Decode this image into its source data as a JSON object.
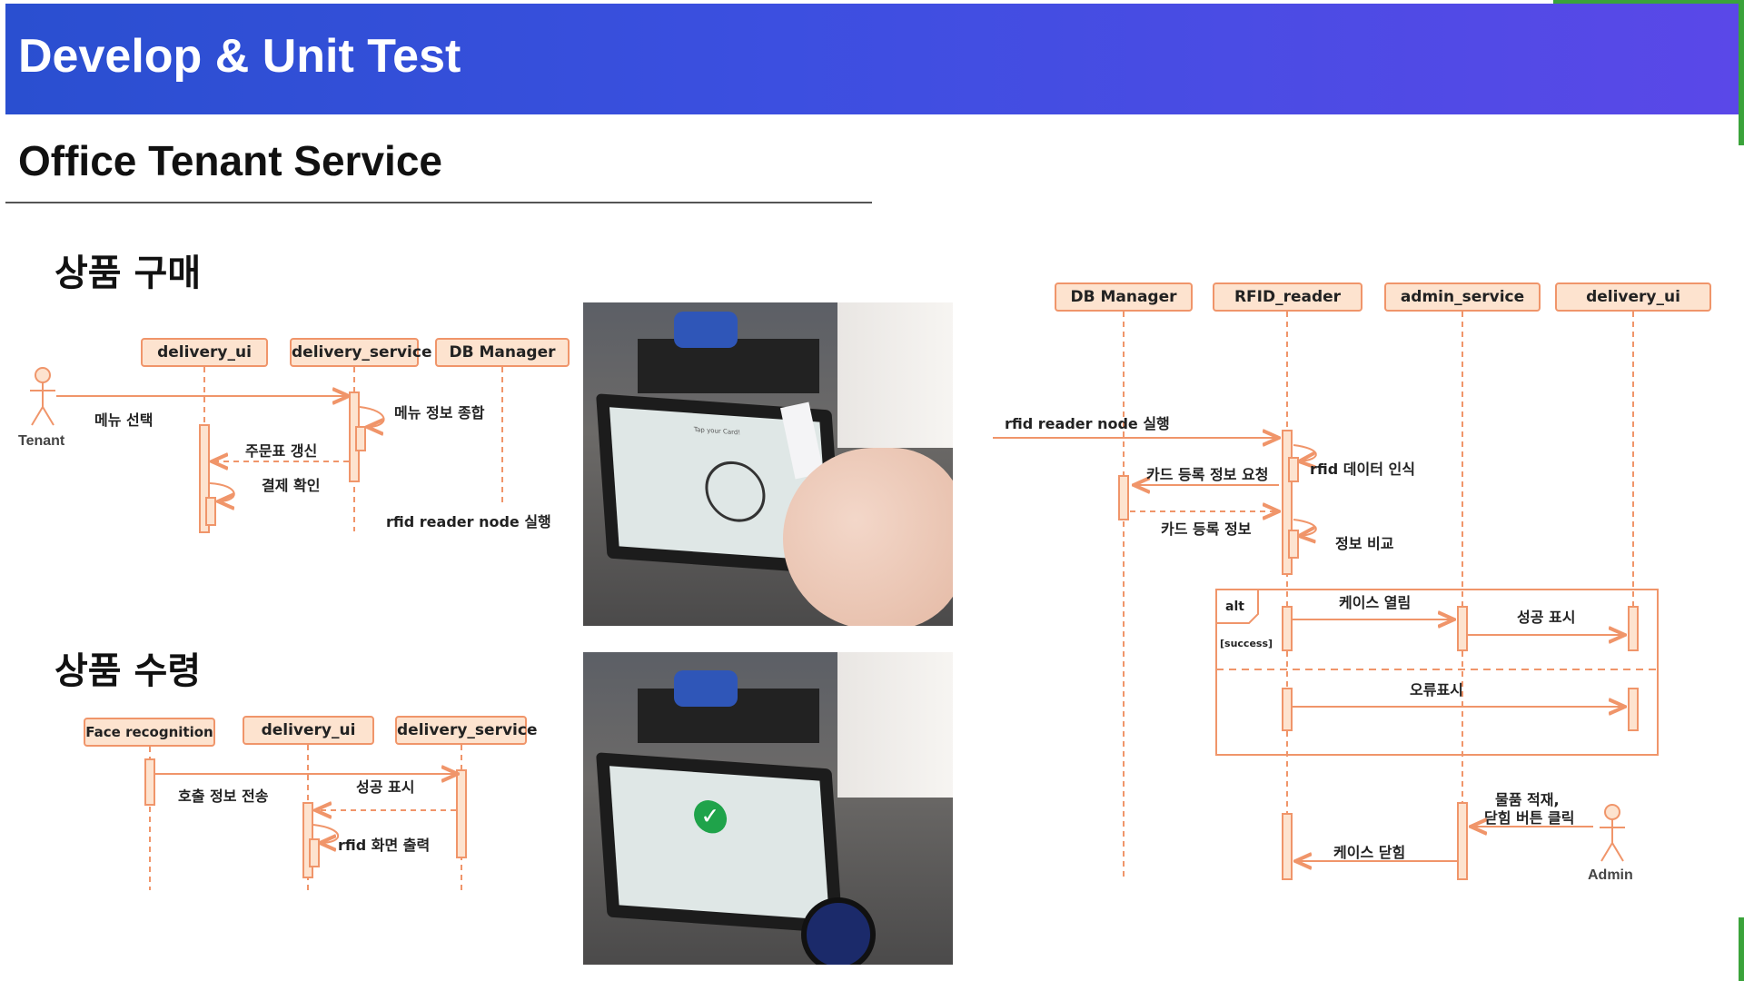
{
  "header": {
    "title": "Develop & Unit Test"
  },
  "subtitle": "Office Tenant Service",
  "sections": {
    "purchase": "상품 구매",
    "receive": "상품 수령"
  },
  "purchase_diagram": {
    "actor": "Tenant",
    "lifelines": [
      "delivery_ui",
      "delivery_service",
      "DB Manager"
    ],
    "messages": [
      "메뉴 선택",
      "메뉴 정보 종합",
      "주문표 갱신",
      "결제 확인",
      "rfid reader node 실행"
    ]
  },
  "receive_diagram": {
    "lifelines": [
      "Face recognition",
      "delivery_ui",
      "delivery_service"
    ],
    "messages": [
      "호출 정보 전송",
      "성공 표시",
      "rfid 화면 출력"
    ]
  },
  "rfid_diagram": {
    "lifelines": [
      "DB Manager",
      "RFID_reader",
      "admin_service",
      "delivery_ui"
    ],
    "actor": "Admin",
    "messages": [
      "rfid reader node 실행",
      "rfid 데이터 인식",
      "카드 등록 정보 요청",
      "카드 등록 정보",
      "정보 비교",
      "케이스 열림",
      "성공 표시",
      "오류표시",
      "물품 적재,",
      "닫힘 버튼 클릭",
      "케이스 닫힘"
    ],
    "alt_label": "alt",
    "guard": "[success]"
  },
  "photos": {
    "top_screen_text": "Tap your Card!"
  },
  "colors": {
    "accent": "#f0956a",
    "lifeline_fill": "#fde3cf",
    "header_start": "#2a4fd0",
    "header_end": "#5a48e8"
  }
}
